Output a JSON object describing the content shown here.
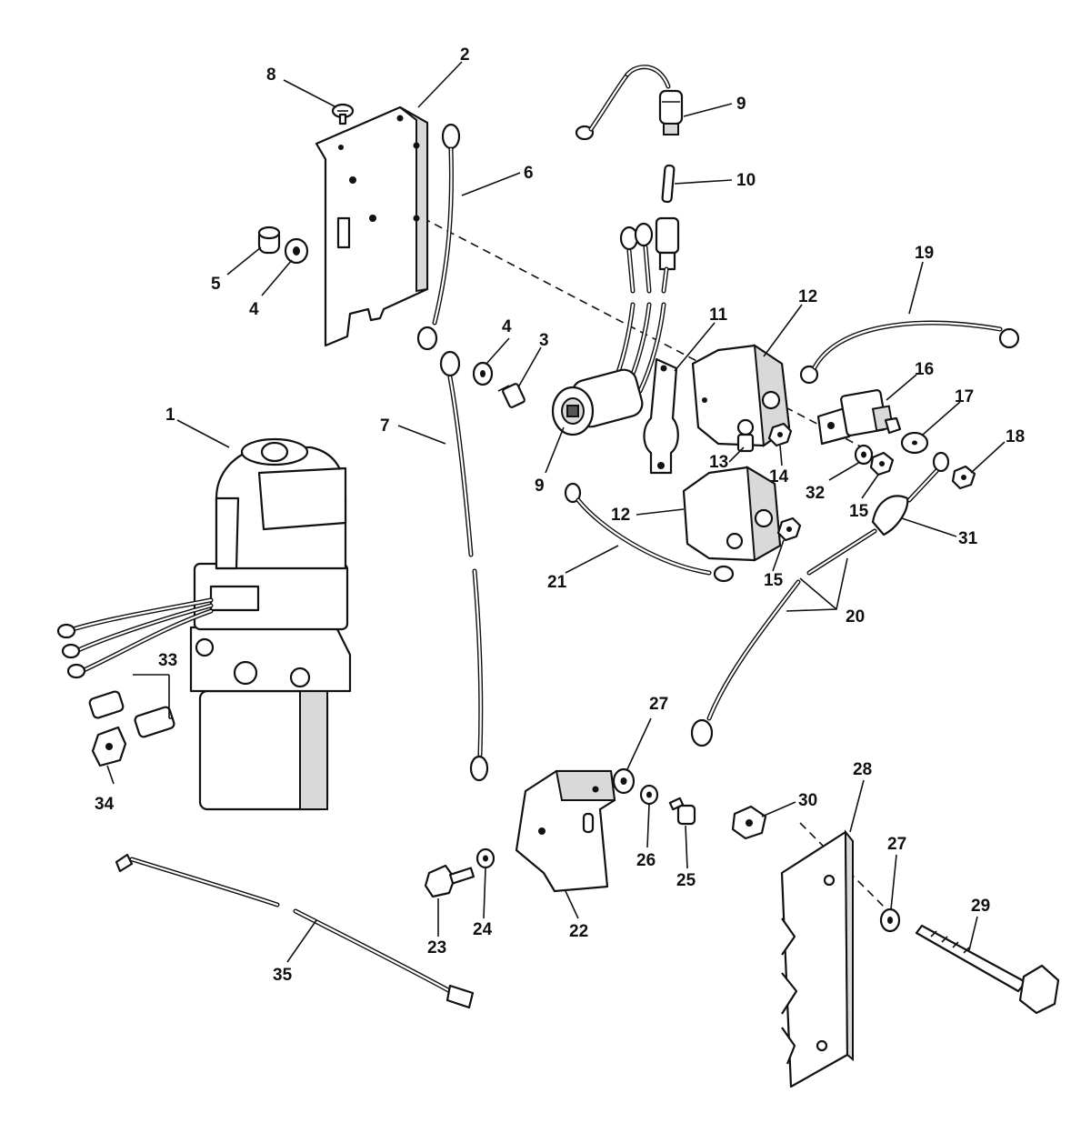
{
  "callouts": [
    {
      "id": "c1",
      "label": "1"
    },
    {
      "id": "c2",
      "label": "2"
    },
    {
      "id": "c3",
      "label": "3"
    },
    {
      "id": "c4a",
      "label": "4"
    },
    {
      "id": "c4b",
      "label": "4"
    },
    {
      "id": "c5",
      "label": "5"
    },
    {
      "id": "c6",
      "label": "6"
    },
    {
      "id": "c7",
      "label": "7"
    },
    {
      "id": "c8",
      "label": "8"
    },
    {
      "id": "c9a",
      "label": "9"
    },
    {
      "id": "c9b",
      "label": "9"
    },
    {
      "id": "c10",
      "label": "10"
    },
    {
      "id": "c11",
      "label": "11"
    },
    {
      "id": "c12a",
      "label": "12"
    },
    {
      "id": "c12b",
      "label": "12"
    },
    {
      "id": "c13",
      "label": "13"
    },
    {
      "id": "c14",
      "label": "14"
    },
    {
      "id": "c15a",
      "label": "15"
    },
    {
      "id": "c15b",
      "label": "15"
    },
    {
      "id": "c16",
      "label": "16"
    },
    {
      "id": "c17",
      "label": "17"
    },
    {
      "id": "c18",
      "label": "18"
    },
    {
      "id": "c19",
      "label": "19"
    },
    {
      "id": "c20",
      "label": "20"
    },
    {
      "id": "c21",
      "label": "21"
    },
    {
      "id": "c22",
      "label": "22"
    },
    {
      "id": "c23",
      "label": "23"
    },
    {
      "id": "c24",
      "label": "24"
    },
    {
      "id": "c25",
      "label": "25"
    },
    {
      "id": "c26",
      "label": "26"
    },
    {
      "id": "c27a",
      "label": "27"
    },
    {
      "id": "c27b",
      "label": "27"
    },
    {
      "id": "c28",
      "label": "28"
    },
    {
      "id": "c29",
      "label": "29"
    },
    {
      "id": "c30",
      "label": "30"
    },
    {
      "id": "c31",
      "label": "31"
    },
    {
      "id": "c32",
      "label": "32"
    },
    {
      "id": "c33",
      "label": "33"
    },
    {
      "id": "c34",
      "label": "34"
    },
    {
      "id": "c35",
      "label": "35"
    }
  ]
}
